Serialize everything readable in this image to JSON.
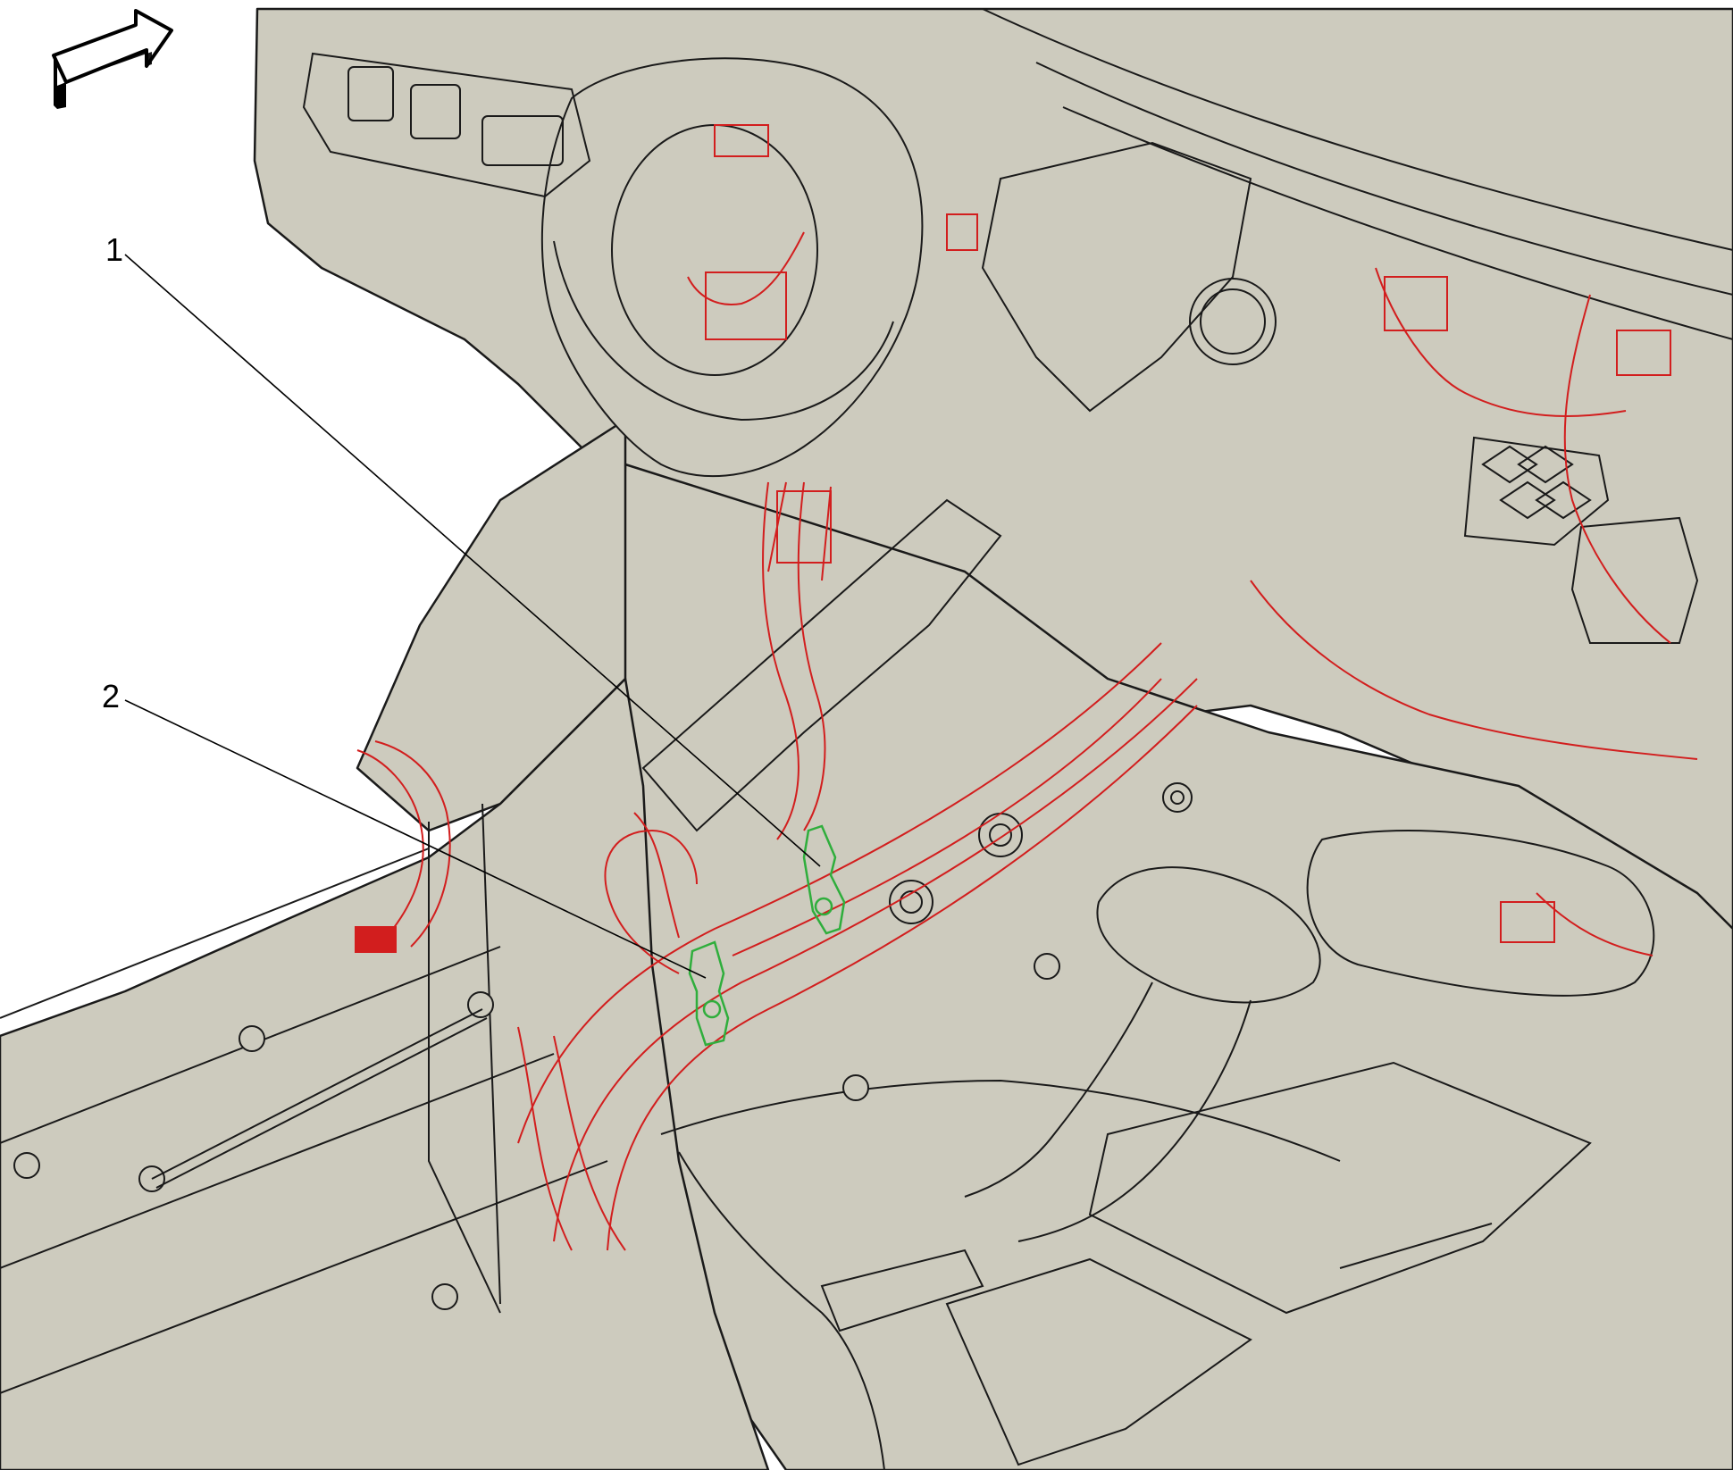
{
  "callouts": [
    {
      "number": "1",
      "target": "ground-terminal-1"
    },
    {
      "number": "2",
      "target": "ground-terminal-2"
    }
  ],
  "colors": {
    "background": "#ffffff",
    "surface_fill": "#cdcbbe",
    "outline": "#1a1a1a",
    "wiring_harness": "#d21e1e",
    "highlighted_ground": "#2fae3c",
    "leader_line": "#000000"
  },
  "icons": {
    "orientation_arrow": "forward-direction-arrow-icon"
  }
}
